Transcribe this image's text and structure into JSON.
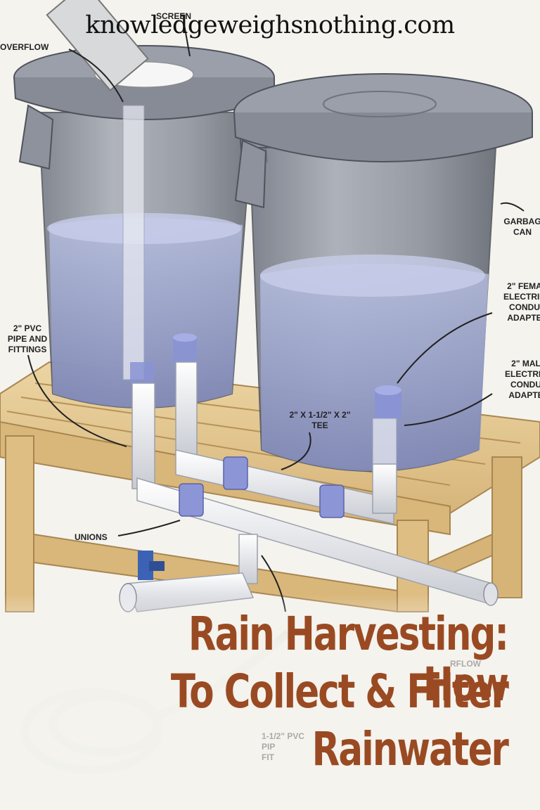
{
  "watermark": {
    "site": "knowledgeweighsnothing.com"
  },
  "callouts": {
    "screen": "SCREEN",
    "overflow": "OVERFLOW",
    "pvc_pipe": "2\" PVC\nPIPE AND\nFITTINGS",
    "garbage_can": "GARBAG\nCAN",
    "female_adapter": "2\" FEMA\nELECTRIC\nCONDU\nADAPTE",
    "male_adapter": "2\" MAL\nELECTRIC\nCONDU\nADAPTE",
    "tee": "2\" x 1-1/2\" x 2\"\nTEE",
    "unions": "UNIONS",
    "overflow_2": "RFLOW",
    "pvc_small": "1-1/2\" PVC\nPIP\nFIT"
  },
  "headline": {
    "line1": "Rain Harvesting: How",
    "line2": "To Collect & Filter",
    "line3": "Rainwater"
  },
  "colors": {
    "headline": "#9a4a22",
    "background": "#f4f3ee",
    "barrel": "#8e939e",
    "water": "#9aa3c8",
    "wood": "#e3c58d",
    "pipe": "#f1f2f5",
    "union": "#8c95d6",
    "valve": "#3b62b4"
  }
}
